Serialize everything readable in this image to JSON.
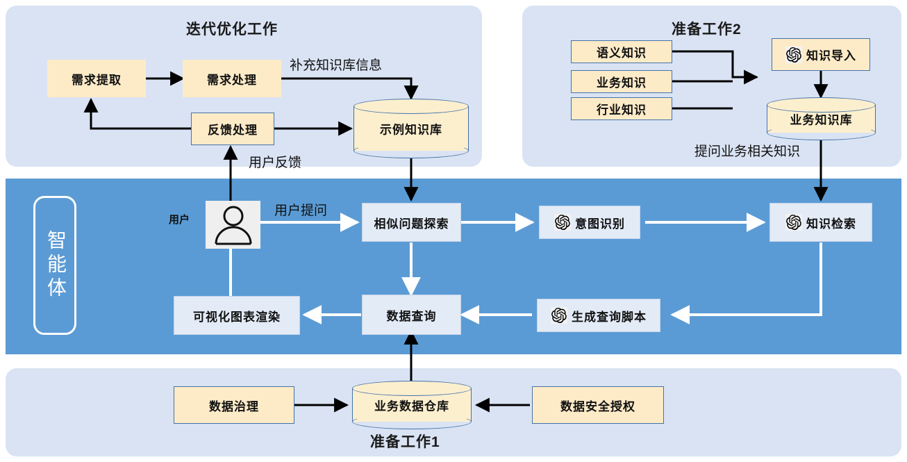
{
  "diagram": {
    "title_iterative": "迭代优化工作",
    "title_prep2": "准备工作2",
    "title_prep1": "准备工作1",
    "agent_label": "智能体"
  },
  "iterative": {
    "nodes": [
      {
        "id": "req-extract",
        "label": "需求提取"
      },
      {
        "id": "req-process",
        "label": "需求处理"
      },
      {
        "id": "feedback-process",
        "label": "反馈处理"
      }
    ],
    "store": {
      "id": "sample-kb",
      "label": "示例知识库"
    },
    "edges": [
      {
        "id": "supplement-kb-info",
        "label": "补充知识库信息"
      },
      {
        "id": "user-feedback",
        "label": "用户反馈"
      }
    ]
  },
  "prep2": {
    "sources": [
      {
        "id": "semantic-knowledge",
        "label": "语义知识"
      },
      {
        "id": "business-knowledge",
        "label": "业务知识"
      },
      {
        "id": "industry-knowledge",
        "label": "行业知识"
      }
    ],
    "importer": {
      "id": "knowledge-import",
      "label": "知识导入",
      "icon": "openai-icon"
    },
    "store": {
      "id": "business-kb",
      "label": "业务知识库"
    },
    "edges": [
      {
        "id": "ask-business-knowledge",
        "label": "提问业务相关知识"
      }
    ]
  },
  "agent": {
    "user": {
      "id": "user",
      "label": "用户",
      "icon": "user-avatar-icon"
    },
    "nodes": [
      {
        "id": "similar-question-exploration",
        "label": "相似问题探索",
        "icon": null
      },
      {
        "id": "intent-recognition",
        "label": "意图识别",
        "icon": "openai-icon"
      },
      {
        "id": "knowledge-retrieval",
        "label": "知识检索",
        "icon": "openai-icon"
      },
      {
        "id": "visualization-chart-render",
        "label": "可视化图表渲染",
        "icon": null
      },
      {
        "id": "data-query",
        "label": "数据查询",
        "icon": null
      },
      {
        "id": "generate-query-script",
        "label": "生成查询脚本",
        "icon": "openai-icon"
      }
    ],
    "edges": [
      {
        "id": "user-question",
        "label": "用户提问"
      }
    ]
  },
  "prep1": {
    "nodes": [
      {
        "id": "data-governance",
        "label": "数据治理"
      },
      {
        "id": "data-security-authorization",
        "label": "数据安全授权"
      }
    ],
    "store": {
      "id": "business-data-warehouse",
      "label": "业务数据仓库"
    }
  },
  "colors": {
    "panel_light_blue": "#DAE3F3",
    "agent_blue": "#5B9BD5",
    "node_yellow": "#FDEBC8",
    "node_light_blue": "#E3EBF7",
    "node_border_blue": "#4472A8",
    "arrow_black": "#000000",
    "arrow_white": "#FFFFFF",
    "avatar_bg": "#EFEFEF"
  }
}
